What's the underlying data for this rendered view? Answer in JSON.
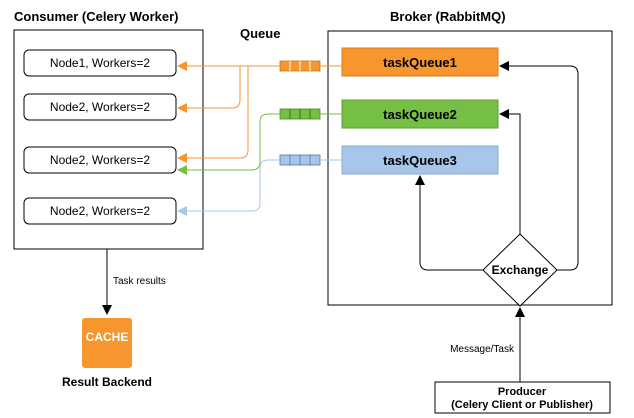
{
  "consumer": {
    "title": "Consumer (Celery Worker)",
    "nodes": [
      "Node1, Workers=2",
      "Node2, Workers=2",
      "Node2, Workers=2",
      "Node2, Workers=2"
    ]
  },
  "queue": {
    "title": "Queue"
  },
  "broker": {
    "title": "Broker (RabbitMQ)",
    "task_queues": [
      {
        "label": "taskQueue1",
        "color": "#f7962f"
      },
      {
        "label": "taskQueue2",
        "color": "#74bf44"
      },
      {
        "label": "taskQueue3",
        "color": "#a7c6e9"
      }
    ],
    "exchange_label": "Exchange"
  },
  "task_results_label": "Task results",
  "cache_icon": {
    "icon": "cache-icon",
    "text": "CACHE",
    "color": "#f7962f"
  },
  "result_backend_label": "Result Backend",
  "message_task_label": "Message/Task",
  "producer": {
    "line1": "Producer",
    "line2": "(Celery Client or Publisher)"
  }
}
